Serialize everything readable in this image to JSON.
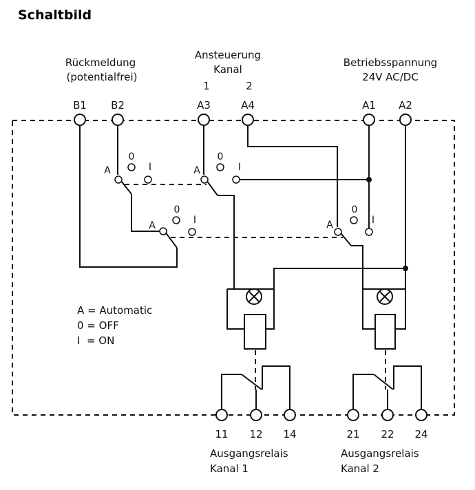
{
  "title": "Schaltbild",
  "groups": {
    "feedback": [
      "Rückmeldung",
      "(potentialfrei)"
    ],
    "control": [
      "Ansteuerung",
      "Kanal"
    ],
    "channels": [
      "1",
      "2"
    ],
    "supply": [
      "Betriebsspannung",
      "24V AC/DC"
    ]
  },
  "top_terminals": [
    "B1",
    "B2",
    "A3",
    "A4",
    "A1",
    "A2"
  ],
  "switch_positions": {
    "a": "A",
    "off": "0",
    "on": "I"
  },
  "legend": [
    "A = Automatic",
    "0 = OFF",
    "I  = ON"
  ],
  "bottom_terminals": [
    "11",
    "12",
    "14",
    "21",
    "22",
    "24"
  ],
  "outputs": [
    [
      "Ausgangsrelais",
      "Kanal 1"
    ],
    [
      "Ausgangsrelais",
      "Kanal 2"
    ]
  ],
  "colors": {
    "line": "#111111",
    "background": "#ffffff"
  }
}
